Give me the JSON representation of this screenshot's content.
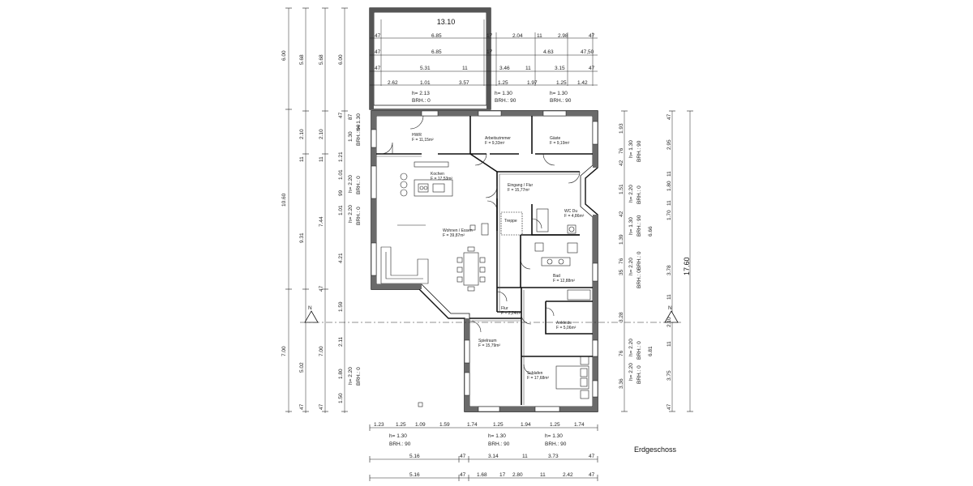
{
  "drawing": {
    "caption": "Erdgeschoss",
    "total_depth": "17.60"
  },
  "rooms": {
    "hwr": "HWR",
    "hwr_area": "F = 11,15m²",
    "arbeit": "Arbeitszimmer",
    "arbeit_area": "F = 9,33m²",
    "gaeste": "Gäste",
    "gaeste_area": "F = 9,19m²",
    "kochen": "Kochen",
    "kochen_area": "F = 17,53m²",
    "eingang": "Eingang / Flur",
    "eingang_area": "F = 15,77m²",
    "wc": "WC Du",
    "wc_area": "F = 4,86m²",
    "wohnen": "Wohnen / Essen",
    "wohnen_area": "F = 39,87m²",
    "bad": "Bad",
    "bad_area": "F = 12,88m²",
    "flur": "Flur",
    "flur_area": "F = 2,24m²",
    "ankleide": "Ankleide",
    "ankleide_area": "F = 5,06m²",
    "spiel": "Spielraum",
    "spiel_area": "F = 15,79m²",
    "schlafen": "Schlafen",
    "schlafen_area": "F = 17,68m²",
    "treppe": "Treppe"
  },
  "terrace": {
    "width": "13.10",
    "rows": [
      [
        "47",
        "6.85",
        "17"
      ],
      [
        "47",
        "6.85",
        "17"
      ],
      [
        "47",
        "5.31",
        "11"
      ],
      [
        "2.62",
        "1.01",
        "3.57"
      ]
    ],
    "opening": "h= 2.13",
    "opening_brh": "BRH.: 0"
  },
  "top_right_dims": {
    "row1": [
      "2.04",
      "11",
      "2.98",
      "47"
    ],
    "row2": [
      "4.63",
      "47,50"
    ],
    "row3": [
      "3.46",
      "11",
      "3.15",
      "47"
    ],
    "row4": [
      "1.25",
      "1.97",
      "1.25",
      "1.42"
    ],
    "h1": "h= 1.30",
    "b1": "BRH.: 90",
    "h2": "h= 1.30",
    "b2": "BRH.: 90"
  },
  "bottom_dims": {
    "row1": [
      "1.23",
      "1.25",
      "1.09",
      "1.59",
      "1.74",
      "1.25",
      "1.94",
      "1.25",
      "1.74"
    ],
    "h1": "h= 1.30",
    "b1": "BRH.: 90",
    "h2": "h= 1.30",
    "b2": "BRH.: 90",
    "h3": "h= 1.30",
    "b3": "BRH.: 90",
    "row2": [
      "5.16",
      "47",
      "3.14",
      "11",
      "3.73",
      "47"
    ],
    "row3": [
      "5.16",
      "47",
      "1.68",
      "17",
      "2.80",
      "11",
      "2.42",
      "47"
    ]
  },
  "left_dims": {
    "col1": [
      "6.00",
      "10.60",
      "7.00"
    ],
    "col2": [
      "5.68",
      "2.10",
      "11",
      "9.31",
      "5.02",
      "47"
    ],
    "col3": [
      "5.68",
      "2.10",
      "11",
      "7.44",
      "47",
      "7.00",
      "47"
    ],
    "col4": [
      "6.00",
      "47",
      "1.21",
      "1.01",
      "99",
      "1.01",
      "4.21",
      "1.59",
      "2.11",
      "1.80",
      "1.50"
    ],
    "col5": [
      "87",
      "1.30",
      "h= 2.20",
      "h= 2.20",
      "h= 2.20"
    ],
    "col6": [
      "h= 1.30",
      "BRH.: 90",
      "BRH.: 0",
      "BRH.: 0",
      "BRH.: 0"
    ]
  },
  "right_dims": {
    "col1": [
      "1.93",
      "76",
      "42",
      "1.51",
      "42",
      "1.39",
      "76",
      "35",
      "3.28",
      "76",
      "3.36"
    ],
    "col2": [
      "h= 1.30",
      "h= 2.20",
      "h= 1.30",
      "h= 2.20",
      "h= 2.20",
      "h= 2.20"
    ],
    "col3": [
      "BRH.: 90",
      "BRH.: 0",
      "BRH.: 90",
      "BRH.: 0BRH.: 0",
      "BRH.: 0",
      "BRH.: 0"
    ],
    "col4": [
      "47",
      "2.95",
      "11",
      "1.80",
      "11",
      "1.70",
      "6.66",
      "3.78",
      "11",
      "2.10",
      "11",
      "6.81",
      "3.75",
      "47"
    ]
  },
  "section_marks": {
    "left": "N",
    "right": "N"
  }
}
